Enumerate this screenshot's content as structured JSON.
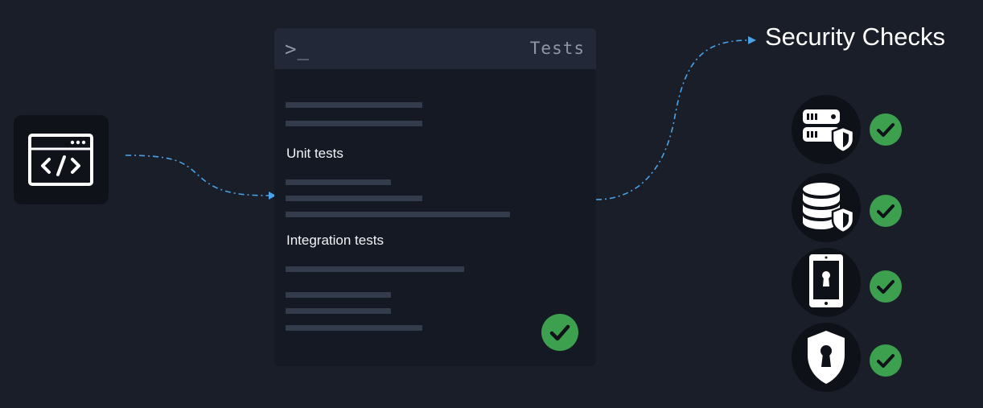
{
  "left_icon": {
    "icon": "code-window-icon"
  },
  "terminal": {
    "prompt": ">_",
    "title": "Tests",
    "sections": [
      {
        "label": "Unit tests"
      },
      {
        "label": "Integration tests"
      }
    ],
    "status_icon": "check-icon"
  },
  "security": {
    "title": "Security Checks",
    "items": [
      {
        "icon": "server-shield-icon",
        "status_icon": "check-icon"
      },
      {
        "icon": "database-shield-icon",
        "status_icon": "check-icon"
      },
      {
        "icon": "mobile-lock-icon",
        "status_icon": "check-icon"
      },
      {
        "icon": "shield-lock-icon",
        "status_icon": "check-icon"
      }
    ]
  },
  "colors": {
    "background": "#1a1e29",
    "panel": "#151923",
    "panel_header": "#232838",
    "placeholder_bar": "#333b4d",
    "arrow": "#4aa3e8",
    "success": "#3ca04e"
  }
}
